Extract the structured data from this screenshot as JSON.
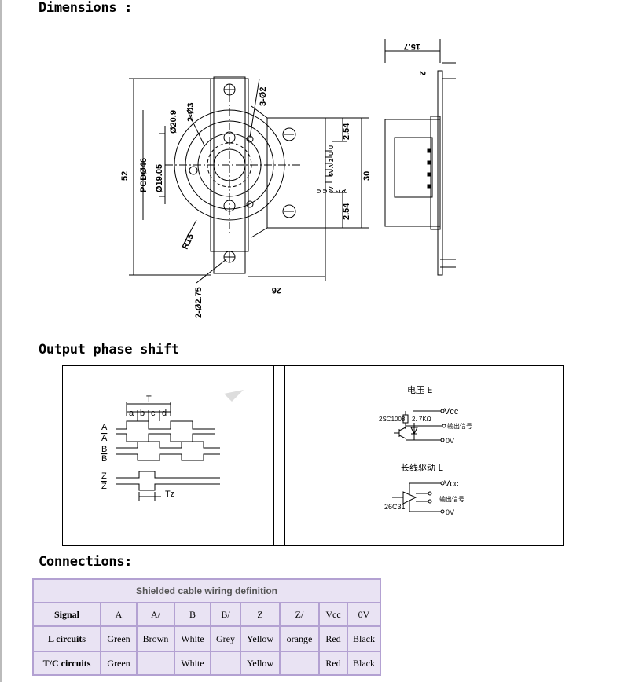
{
  "headings": {
    "dimensions": "Dimensions :",
    "phase": "Output phase shift",
    "connections": "Connections:"
  },
  "drawing": {
    "top_d": "15.7",
    "side_2": "2",
    "d_hole": "3-Ø2",
    "d_20_9": "Ø20.9",
    "d_2_3": "2-Ø3",
    "h52": "52",
    "pcd": "PCDØ46",
    "d19": "Ø19.05",
    "r15": "R15",
    "d2_75": "2-Ø2.75",
    "w26": "26",
    "d254a": "2.54",
    "d254b": "2.54",
    "h30": "30",
    "pins": [
      "U",
      "U",
      "Z",
      "A",
      "5V",
      "0V",
      "Z",
      "A",
      "U",
      "U"
    ]
  },
  "phase": {
    "T": "T",
    "abcd": [
      "a",
      "b",
      "c",
      "d"
    ],
    "signals": [
      "A",
      "A",
      "B",
      "B",
      "Z",
      "Z"
    ],
    "Tz": "Tz"
  },
  "circuit": {
    "title_e": "电压 E",
    "vcc1": "Vcc",
    "part1": "2SC1008",
    "res": "2. 7KΩ",
    "out1": "输出信号",
    "ov1": "0V",
    "title_l": "长线驱动 L",
    "vcc2": "Vcc",
    "out2": "输出信号",
    "part2": "26C31",
    "ov2": "0V"
  },
  "table": {
    "caption": "Shielded cable wiring definition",
    "header": [
      "Signal",
      "A",
      "A/",
      "B",
      "B/",
      "Z",
      "Z/",
      "Vcc",
      "0V"
    ],
    "rows": [
      [
        "L circuits",
        "Green",
        "Brown",
        "White",
        "Grey",
        "Yellow",
        "orange",
        "Red",
        "Black"
      ],
      [
        "T/C circuits",
        "Green",
        "",
        "White",
        "",
        "Yellow",
        "",
        "Red",
        "Black"
      ]
    ]
  }
}
